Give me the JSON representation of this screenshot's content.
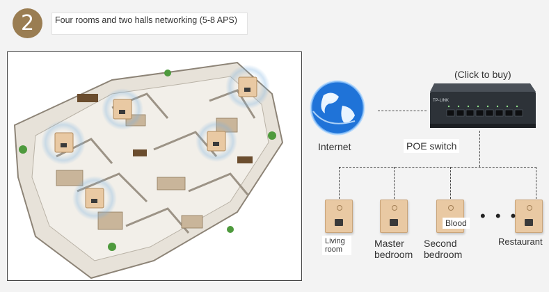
{
  "step": {
    "number": "2"
  },
  "title": "Four rooms and two halls networking (5-8 APS)",
  "colors": {
    "badge": "#9a7d52",
    "panel": "#e9c9a3",
    "switch": "#2d3238",
    "globe": "#1f73d8"
  },
  "diagram": {
    "internet_label": "Internet",
    "switch_label": "POE switch",
    "buy_label": "(Click to buy)",
    "switch_brand": "TP-LINK",
    "ellipsis": "• • •",
    "rooms": [
      {
        "name": "Living room"
      },
      {
        "name": "Master bedroom"
      },
      {
        "name": "Second bedroom"
      },
      {
        "name": "Blood"
      },
      {
        "name": "Restaurant"
      }
    ]
  }
}
